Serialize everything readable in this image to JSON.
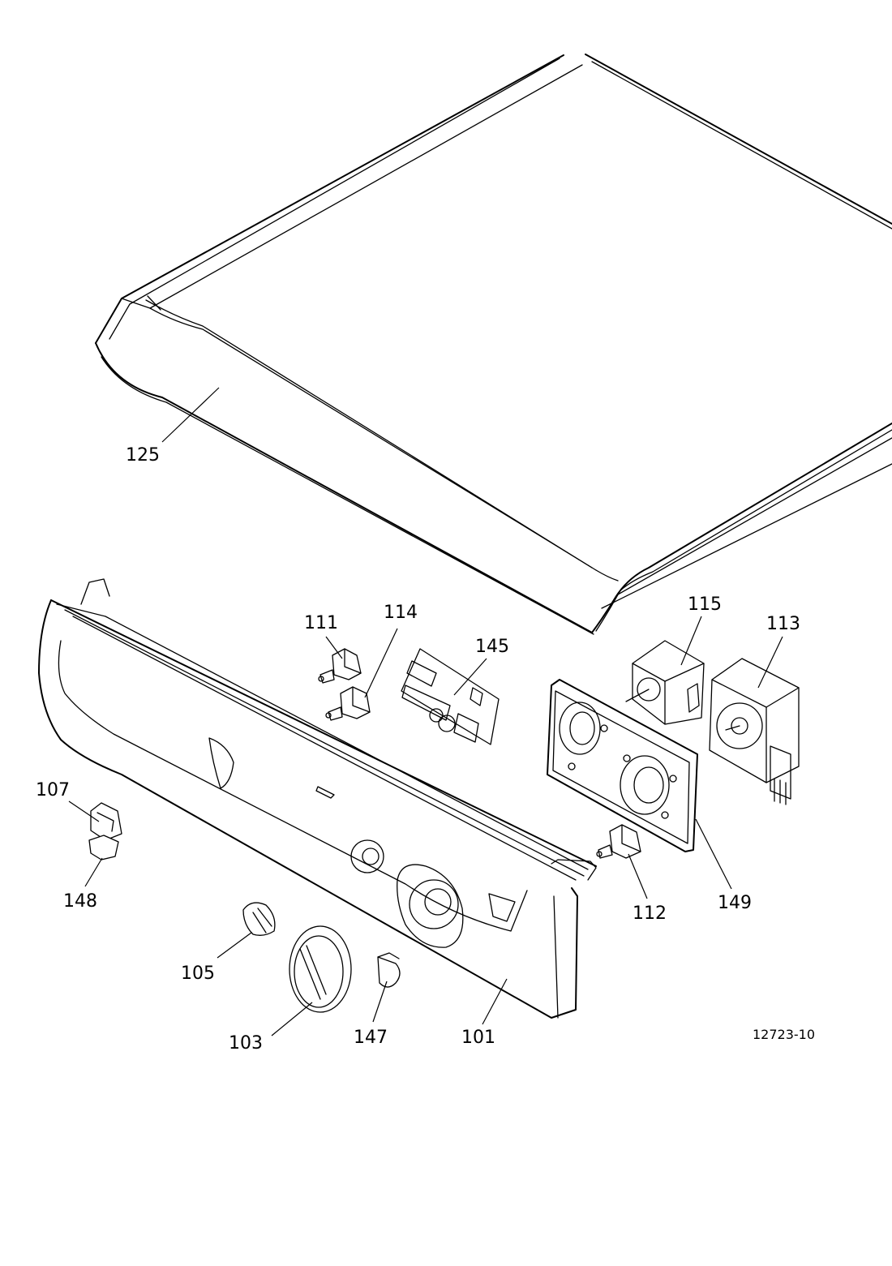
{
  "labels": {
    "p125": "125",
    "p111": "111",
    "p114": "114",
    "p145": "145",
    "p115": "115",
    "p113": "113",
    "p107": "107",
    "p148": "148",
    "p105": "105",
    "p103": "103",
    "p147": "147",
    "p101": "101",
    "p112": "112",
    "p149": "149"
  },
  "figure_id": "12723-10",
  "colors": {
    "line": "#000000",
    "background": "#ffffff",
    "shade": "#e6e6e6"
  }
}
